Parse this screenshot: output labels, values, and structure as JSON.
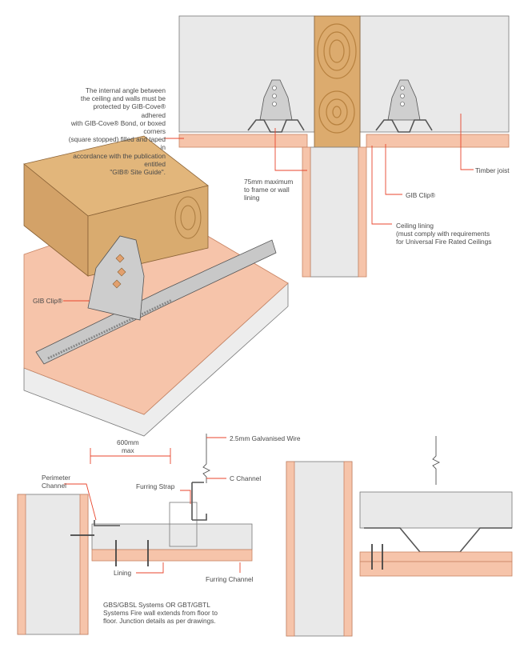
{
  "top_detail": {
    "labels": {
      "cove_note": "The internal angle between\nthe ceiling and walls must be\nprotected by GIB-Cove® adhered\nwith GIB-Cove® Bond, or boxed corners\n(square stopped) filled and taped in\naccordance with the publication entitled\n\"GIB® Site Guide\".",
      "max_frame": "75mm maximum\nto frame or wall\nlining",
      "timber_joist": "Timber joist",
      "gib_clip": "GIB Clip®",
      "ceiling_lining": "Ceiling lining\n(must comply with requirements\nfor Universal Fire Rated Ceilings",
      "gib_clip_3d": "GIB Clip®"
    }
  },
  "bottom_detail": {
    "labels": {
      "spacing": "600mm\nmax",
      "wire": "2.5mm Galvanised Wire",
      "perimeter_channel": "Perimeter\nChannel",
      "furring_strap": "Furring Strap",
      "c_channel": "C  Channel",
      "lining": "Lining",
      "furring_channel": "Furring Channel",
      "systems_note": "GBS/GBSL Systems OR GBT/GBTL\nSystems Fire wall extends from floor to\nfloor. Junction details as per drawings."
    }
  },
  "colors": {
    "lining_pink": "#f6c4aa",
    "line_red": "#e8452c",
    "board_grey": "#e8e8e8",
    "timber": "#dcab6e"
  }
}
